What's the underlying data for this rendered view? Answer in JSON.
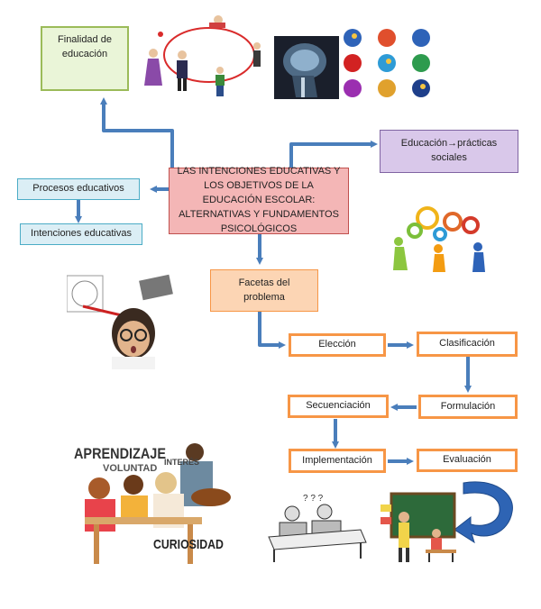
{
  "nodes": {
    "central": "LAS INTENCIONES EDUCATIVAS Y LOS OBJETIVOS DE LA EDUCACIÓN ESCOLAR: ALTERNATIVAS Y FUNDAMENTOS PSICOLÓGICOS",
    "finalidad": "Finalidad de educación",
    "educacion_practicas": "Educación→prácticas sociales",
    "procesos": "Procesos educativos",
    "intenciones": "Intenciones educativas",
    "facetas": "Facetas del problema",
    "eleccion": "Elección",
    "clasificacion": "Clasificación",
    "formulacion": "Formulación",
    "secuenciacion": "Secuenciación",
    "implementacion": "Implementación",
    "evaluacion": "Evaluación"
  },
  "collage_words": {
    "aprendizaje": "APRENDIZAJE",
    "interes": "INTERÉS",
    "voluntad": "VOLUNTAD",
    "curiosidad": "CURIOSIDAD"
  },
  "colors": {
    "arrow": "#4a7ebb",
    "central_fill": "#f4b6b6",
    "central_border": "#c0504d",
    "finalidad_fill": "#eaf5d8",
    "finalidad_border": "#9bbb59",
    "purple_fill": "#d9c8ea",
    "purple_border": "#8064a2",
    "blue_fill": "#dbeef5",
    "blue_border": "#4bacc6",
    "facetas_fill": "#fcd5b4",
    "orange_border": "#f79646"
  }
}
